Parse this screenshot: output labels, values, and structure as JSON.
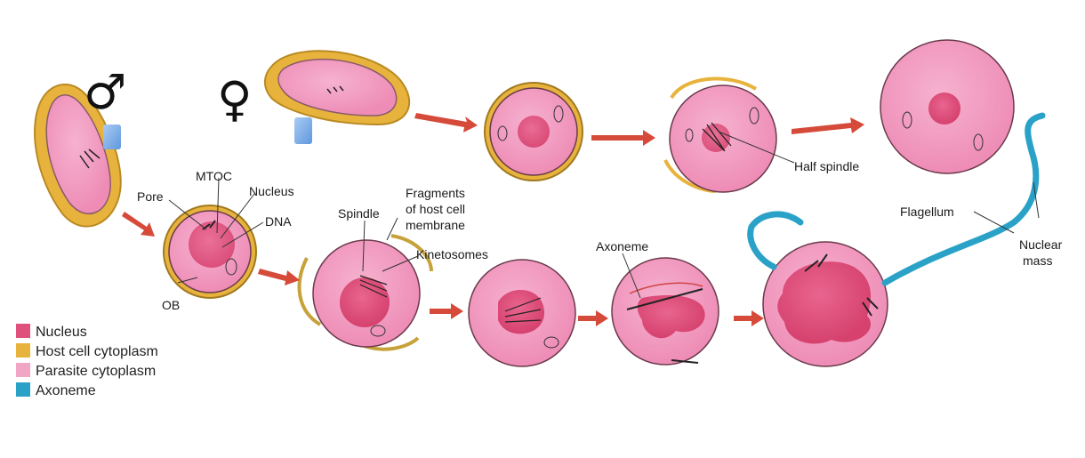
{
  "symbols": {
    "male": "♂",
    "female": "♀"
  },
  "labels": {
    "mtoc": "MTOC",
    "nucleus": "Nucleus",
    "pore": "Pore",
    "dna": "DNA",
    "ob": "OB",
    "spindle": "Spindle",
    "fragments_1": "Fragments",
    "fragments_2": "of host cell",
    "fragments_3": "membrane",
    "kinetosomes": "Kinetosomes",
    "half_spindle": "Half spindle",
    "axoneme": "Axoneme",
    "flagellum": "Flagellum",
    "nuclear_mass_1": "Nuclear",
    "nuclear_mass_2": "mass"
  },
  "legend": [
    {
      "label": "Nucleus",
      "color": "#e0507c"
    },
    {
      "label": "Host cell cytoplasm",
      "color": "#e8b33c"
    },
    {
      "label": "Parasite cytoplasm",
      "color": "#f2a6c6"
    },
    {
      "label": "Axoneme",
      "color": "#2aa2c8"
    }
  ],
  "colors": {
    "nucleus": "#e0507c",
    "host_cytoplasm": "#e8b33c",
    "parasite_cytoplasm": "#f2a6c6",
    "axoneme": "#2aa2c8",
    "arrow": "#d64a3a",
    "marker": "#7fb0ea"
  }
}
